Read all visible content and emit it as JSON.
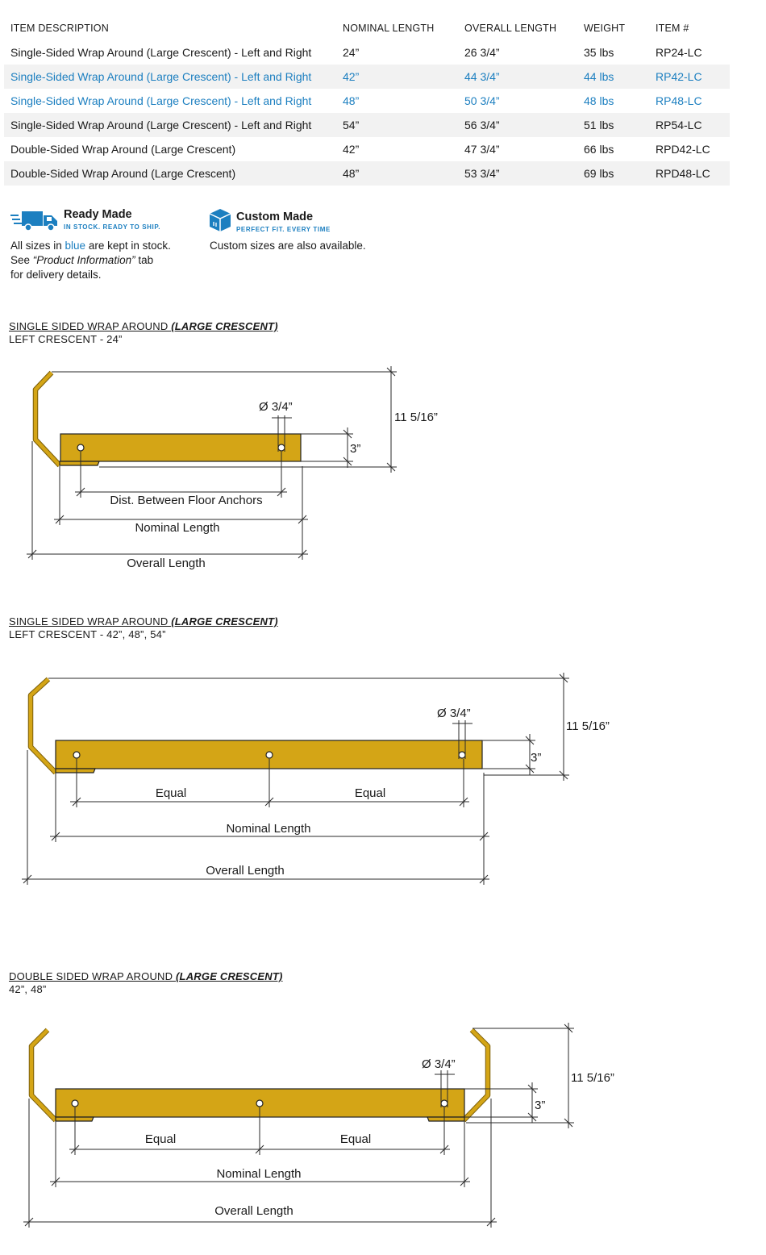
{
  "table": {
    "headers": [
      "ITEM DESCRIPTION",
      "NOMINAL LENGTH",
      "OVERALL LENGTH",
      "WEIGHT",
      "ITEM #"
    ],
    "rows": [
      [
        "Single-Sided Wrap Around (Large Crescent) - Left and Right",
        "24”",
        "26 3/4”",
        "35 lbs",
        "RP24-LC"
      ],
      [
        "Single-Sided Wrap Around (Large Crescent) - Left and Right",
        "42”",
        "44 3/4”",
        "44 lbs",
        "RP42-LC"
      ],
      [
        "Single-Sided Wrap Around (Large Crescent) - Left and Right",
        "48”",
        "50 3/4”",
        "48 lbs",
        "RP48-LC"
      ],
      [
        "Single-Sided Wrap Around (Large Crescent) - Left and Right",
        "54”",
        "56 3/4”",
        "51 lbs",
        "RP54-LC"
      ],
      [
        "Double-Sided Wrap Around (Large Crescent)",
        "42”",
        "47 3/4”",
        "66 lbs",
        "RPD42-LC"
      ],
      [
        "Double-Sided Wrap Around (Large Crescent)",
        "48”",
        "53 3/4”",
        "69 lbs",
        "RPD48-LC"
      ]
    ]
  },
  "ready": {
    "title": "Ready Made",
    "subtitle": "IN STOCK. READY TO SHIP.",
    "note_pre": "All sizes in ",
    "note_blue": "blue",
    "note_post": " are kept in stock.",
    "note_line2_pre": "See ",
    "note_line2_italic": "“Product Information”",
    "note_line2_post": " tab",
    "note_line3": "for delivery details."
  },
  "custom": {
    "title": "Custom Made",
    "subtitle": "PERFECT FIT. EVERY TIME",
    "note": "Custom sizes are also available."
  },
  "drawings": [
    {
      "title_plain": "SINGLE SIDED WRAP AROUND ",
      "title_bold": "(LARGE CRESCENT)",
      "subtitle": "LEFT CRESCENT - 24”",
      "hole": "Ø 3/4”",
      "height": "11 5/16”",
      "plate": "3”",
      "anchors": "Dist. Between Floor Anchors",
      "nominal": "Nominal Length",
      "overall": "Overall Length"
    },
    {
      "title_plain": "SINGLE SIDED WRAP AROUND ",
      "title_bold": "(LARGE CRESCENT)",
      "subtitle": "LEFT CRESCENT - 42”, 48”, 54”",
      "hole": "Ø 3/4”",
      "height": "11 5/16”",
      "plate": "3”",
      "equal": "Equal",
      "nominal": "Nominal Length",
      "overall": "Overall Length"
    },
    {
      "title_plain": "DOUBLE SIDED WRAP AROUND ",
      "title_bold": "(LARGE CRESCENT)",
      "subtitle": "42”, 48”",
      "hole": "Ø 3/4”",
      "height": "11 5/16”",
      "plate": "3”",
      "equal": "Equal",
      "nominal": "Nominal Length",
      "overall": "Overall Length"
    }
  ],
  "colors": {
    "accent_blue": "#1c7fc0",
    "steel_yellow": "#d4a516",
    "row_shade": "#f2f2f2"
  },
  "icons": {
    "ready": "truck-icon",
    "custom": "box-icon"
  }
}
